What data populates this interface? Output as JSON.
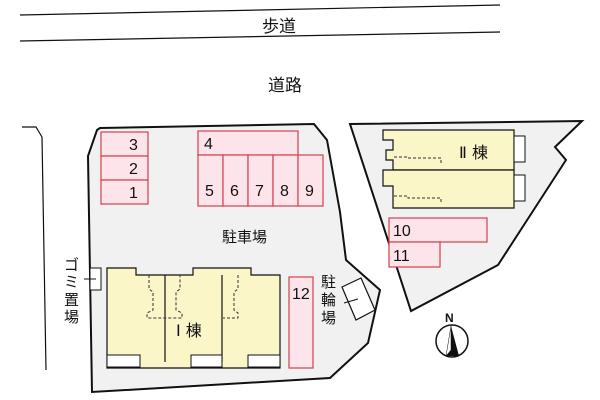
{
  "labels": {
    "sidewalk": "歩道",
    "road": "道路",
    "parking_lot": "駐車場",
    "bike_parking": [
      "駐",
      "輪",
      "場"
    ],
    "garbage": [
      "ゴ",
      "ミ",
      "置",
      "場"
    ],
    "building1": "Ⅰ 棟",
    "building2": "Ⅱ 棟",
    "north": "N"
  },
  "parking_spaces": [
    {
      "id": "1",
      "label": "1"
    },
    {
      "id": "2",
      "label": "2"
    },
    {
      "id": "3",
      "label": "3"
    },
    {
      "id": "4",
      "label": "4"
    },
    {
      "id": "5",
      "label": "5"
    },
    {
      "id": "6",
      "label": "6"
    },
    {
      "id": "7",
      "label": "7"
    },
    {
      "id": "8",
      "label": "8"
    },
    {
      "id": "9",
      "label": "9"
    },
    {
      "id": "10",
      "label": "10"
    },
    {
      "id": "11",
      "label": "11"
    },
    {
      "id": "12",
      "label": "12"
    }
  ],
  "colors": {
    "lot_fill": "#f1f1f1",
    "parking_fill": "#fde4ea",
    "parking_stroke": "#d2404f",
    "building_fill": "#fbf6c8",
    "line": "#111111"
  }
}
